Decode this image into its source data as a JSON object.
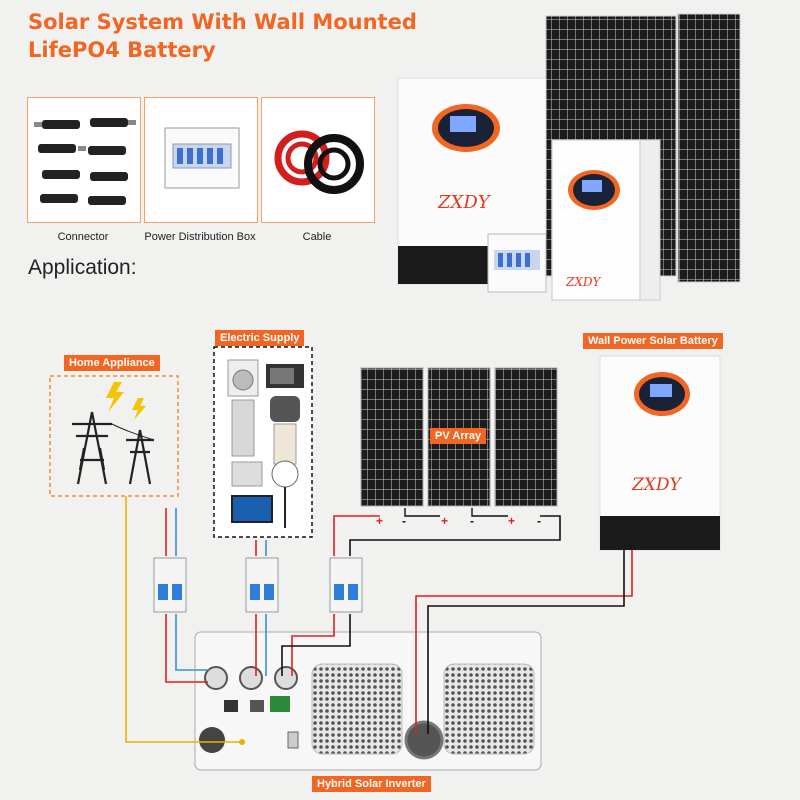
{
  "title_line1": "Solar System With Wall Mounted",
  "title_line2": "LifePO4 Battery",
  "accessories": [
    {
      "label": "Connector"
    },
    {
      "label": "Power Distribution Box"
    },
    {
      "label": "Cable"
    }
  ],
  "application_label": "Application:",
  "brand": "ZXDY",
  "tags": {
    "home_appliance": "Home Appliance",
    "electric_supply": "Electric Supply",
    "wall_battery": "Wall Power Solar Battery",
    "pv_array": "PV Array",
    "inverter": "Hybrid Solar Inverter"
  },
  "polarity": {
    "plus": "+",
    "minus": "-"
  },
  "colors": {
    "accent": "#f26522",
    "wire_red": "#e02020",
    "wire_blue": "#3a8fd6",
    "wire_black": "#111111",
    "wire_yellow": "#e8b400"
  }
}
